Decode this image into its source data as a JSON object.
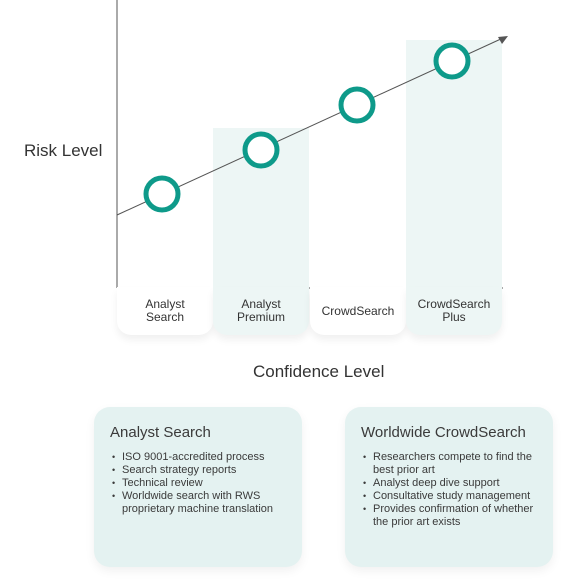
{
  "diagram": {
    "y_axis_label": "Risk Level",
    "x_axis_label": "Confidence Level",
    "tiers": [
      {
        "label": "Analyst\nSearch"
      },
      {
        "label": "Analyst\nPremium"
      },
      {
        "label": "CrowdSearch"
      },
      {
        "label": "CrowdSearch\nPlus"
      }
    ]
  },
  "cards": [
    {
      "title": "Analyst Search",
      "items": [
        "ISO 9001-accredited process",
        "Search strategy reports",
        "Technical review",
        "Worldwide search with RWS proprietary machine translation"
      ]
    },
    {
      "title": "Worldwide CrowdSearch",
      "items": [
        "Researchers compete to find the best prior art",
        "Analyst deep dive support",
        "Consultative study management",
        "Provides confirmation of whether the prior art exists"
      ]
    }
  ],
  "colors": {
    "accent": "#0e9a8a",
    "axis": "#555555",
    "column_tint": "#edf6f5",
    "card_bg": "#e4f2f1"
  }
}
